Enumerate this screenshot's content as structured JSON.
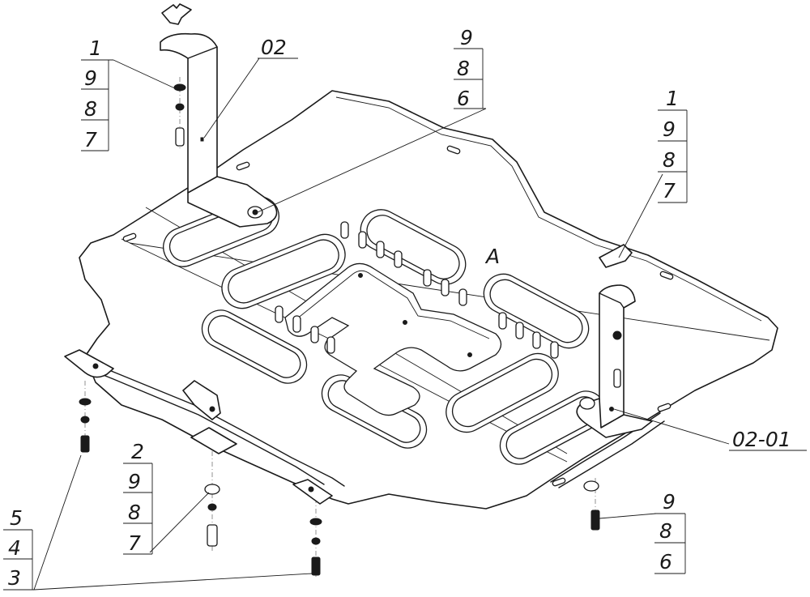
{
  "callouts": {
    "upper_left": [
      "1",
      "9",
      "8",
      "7"
    ],
    "bracket_left": "02",
    "top_center": [
      "9",
      "8",
      "6"
    ],
    "upper_right": [
      "1",
      "9",
      "8",
      "7"
    ],
    "bracket_right": "02-01",
    "bottom_left": [
      "5",
      "4",
      "3"
    ],
    "lower_middle": [
      "2",
      "9",
      "8",
      "7"
    ],
    "bottom_right": [
      "9",
      "8",
      "6"
    ]
  },
  "plate_mark": "A"
}
